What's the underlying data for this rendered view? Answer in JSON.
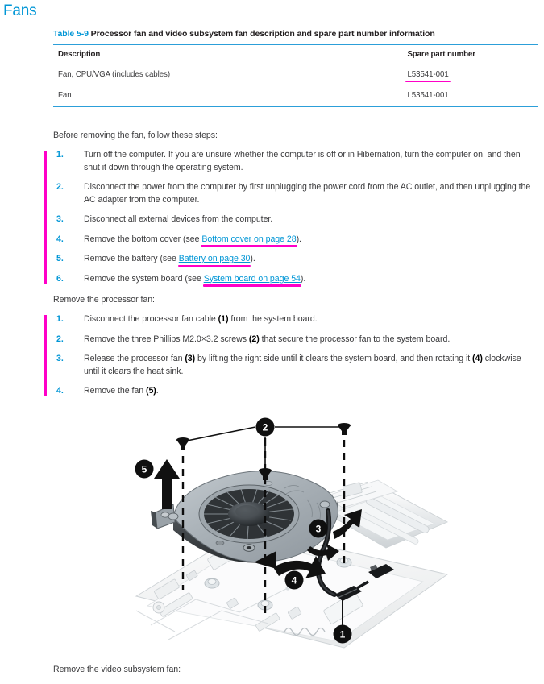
{
  "page": {
    "heading": "Fans"
  },
  "table": {
    "caption_number": "Table 5-9",
    "caption_text": "Processor fan and video subsystem fan description and spare part number information",
    "headers": [
      "Description",
      "Spare part number"
    ],
    "rows": [
      {
        "description": "Fan, CPU/VGA (includes cables)",
        "spare": "L53541-001",
        "spare_highlighted": true
      },
      {
        "description": "Fan",
        "spare": "L53541-001",
        "spare_highlighted": false
      }
    ],
    "accent_color": "#2c9fd9",
    "highlight_color": "#ff00c8"
  },
  "prelude": {
    "intro": "Before removing the fan, follow these steps:",
    "steps": [
      {
        "num": "1.",
        "text": "Turn off the computer. If you are unsure whether the computer is off or in Hibernation, turn the computer on, and then shut it down through the operating system."
      },
      {
        "num": "2.",
        "text": "Disconnect the power from the computer by first unplugging the power cord from the AC outlet, and then unplugging the AC adapter from the computer."
      },
      {
        "num": "3.",
        "text": "Disconnect all external devices from the computer."
      },
      {
        "num": "4.",
        "prefix": "Remove the bottom cover (see ",
        "link": "Bottom cover on page 28",
        "suffix": ")."
      },
      {
        "num": "5.",
        "prefix": "Remove the battery (see ",
        "link": "Battery on page 30",
        "suffix": ")."
      },
      {
        "num": "6.",
        "prefix": "Remove the system board (see ",
        "link": "System board on page 54",
        "suffix": ")."
      }
    ]
  },
  "procedure": {
    "intro": "Remove the processor fan:",
    "steps": [
      {
        "num": "1.",
        "p1": "Disconnect the processor fan cable ",
        "b1": "(1)",
        "p2": " from the system board."
      },
      {
        "num": "2.",
        "p1": "Remove the three Phillips M2.0×3.2 screws ",
        "b1": "(2)",
        "p2": " that secure the processor fan to the system board."
      },
      {
        "num": "3.",
        "p1": "Release the processor fan ",
        "b1": "(3)",
        "p2": " by lifting the right side until it clears the system board, and then rotating it ",
        "b2": "(4)",
        "p3": " clockwise until it clears the heat sink."
      },
      {
        "num": "4.",
        "p1": "Remove the fan ",
        "b1": "(5)",
        "p2": "."
      }
    ]
  },
  "figure": {
    "alt": "Exploded view of processor fan removal from the system board",
    "callouts": [
      {
        "id": "1",
        "meaning": "processor fan cable connector"
      },
      {
        "id": "2",
        "meaning": "three Phillips M2.0x3.2 screws"
      },
      {
        "id": "3",
        "meaning": "lift right side of fan"
      },
      {
        "id": "4",
        "meaning": "rotate fan clockwise"
      },
      {
        "id": "5",
        "meaning": "remove the fan"
      }
    ]
  },
  "footer": {
    "next_intro": "Remove the video subsystem fan:"
  }
}
